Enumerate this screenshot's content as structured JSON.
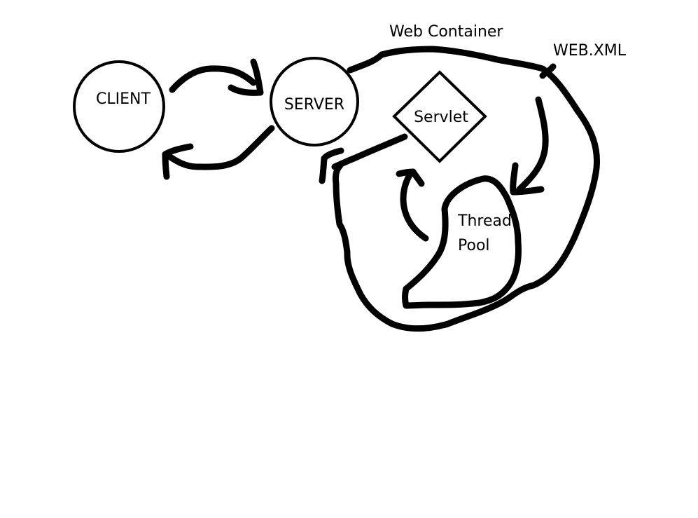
{
  "diagram": {
    "stroke_color": "#000000",
    "background": "#ffffff",
    "labels": {
      "client": "CLIENT",
      "server": "SERVER",
      "web_container": "Web Container",
      "web_xml": "WEB.XML",
      "servlet": "Servlet",
      "thread_pool_line1": "Thread",
      "thread_pool_line2": "Pool"
    }
  }
}
